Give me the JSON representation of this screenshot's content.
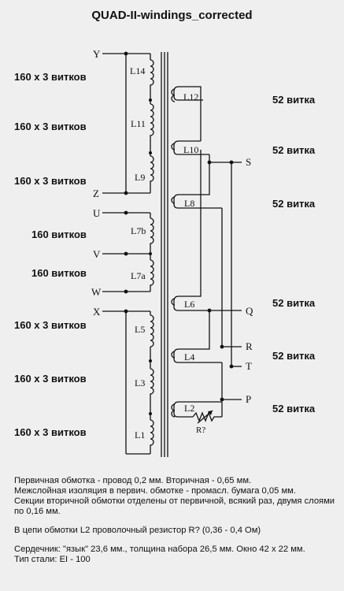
{
  "title": "QUAD-II-windings_corrected",
  "left_labels": [
    "160 х 3 витков",
    "160 х 3 витков",
    "160 х 3 витков",
    "160 витков",
    "160 витков",
    "160 х 3 витков",
    "160 х 3 витков",
    "160 х 3 витков"
  ],
  "right_labels": [
    "52 витка",
    "52 витка",
    "52 витка",
    "52 витка",
    "52 витка",
    "52 витка"
  ],
  "terminals": {
    "Y": "Y",
    "Z": "Z",
    "U": "U",
    "V": "V",
    "W": "W",
    "X": "X",
    "S": "S",
    "Q": "Q",
    "R": "R",
    "T": "T",
    "P": "P"
  },
  "coils": {
    "L14": "L14",
    "L11": "L11",
    "L9": "L9",
    "L7b": "L7b",
    "L7a": "L7a",
    "L5": "L5",
    "L3": "L3",
    "L1": "L1",
    "L12": "L12",
    "L10": "L10",
    "L8": "L8",
    "L6": "L6",
    "L4": "L4",
    "L2": "L2"
  },
  "resistor_label": "R?",
  "notes": {
    "line1": "Первичная обмотка - провод 0,2 мм. Вторичная - 0,65 мм.",
    "line2": "Межслойная изоляция в первич. обмотке - промасл. бумага 0,05 мм.",
    "line3": "Секции вторичной обмотки отделены от первичной, всякий раз, двумя слоями по 0,16 мм.",
    "line4": "В цепи обмотки L2 проволочный резистор R? (0,36 - 0,4 Ом)",
    "line5": "Сердечник: \"язык\" 23,6 мм., толщина набора 26,5 мм. Окно 42 х 22 мм.",
    "line6": "Тип стали: EI - 100"
  }
}
